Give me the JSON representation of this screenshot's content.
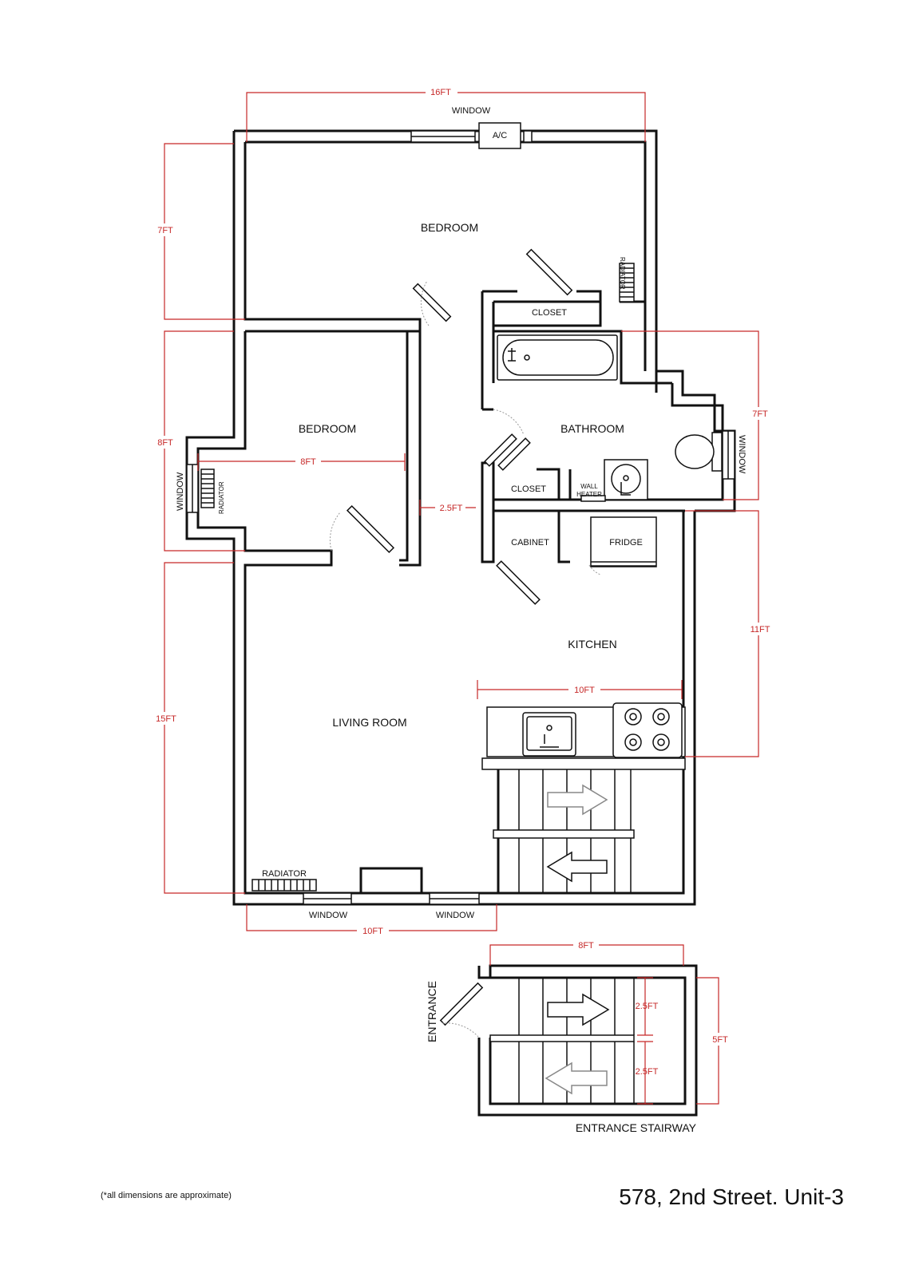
{
  "rooms": {
    "bedroom_top": "BEDROOM",
    "bedroom_left": "BEDROOM",
    "bathroom": "BATHROOM",
    "kitchen": "KITCHEN",
    "living_room": "LIVING ROOM"
  },
  "fixtures": {
    "closet_top": "CLOSET",
    "closet_mid": "CLOSET",
    "cabinet": "CABINET",
    "fridge": "FRIDGE",
    "wall_heater_1": "WALL",
    "wall_heater_2": "HEATER",
    "ac": "A/C",
    "radiator_top": "RADIATOR",
    "radiator_left": "RADIATOR",
    "radiator_bottom": "RADIATOR"
  },
  "windows": {
    "top": "WINDOW",
    "left": "WINDOW",
    "right": "WINDOW",
    "bottom_1": "WINDOW",
    "bottom_2": "WINDOW"
  },
  "dimensions": {
    "top_width": "16FT",
    "top_bedroom_height": "7FT",
    "left_bedroom_height": "8FT",
    "left_bedroom_width": "8FT",
    "hall_width": "2.5FT",
    "bathroom_height": "7FT",
    "kitchen_height": "11FT",
    "kitchen_width": "10FT",
    "living_height": "15FT",
    "living_width": "10FT",
    "stair_width": "8FT",
    "stair_step_1": "2.5FT",
    "stair_step_2": "2.5FT",
    "stair_height": "5FT"
  },
  "stairway": {
    "entrance": "ENTRANCE",
    "title": "ENTRANCE STAIRWAY"
  },
  "footer": {
    "note": "(*all dimensions are approximate)",
    "address": "578, 2nd Street. Unit-3"
  }
}
